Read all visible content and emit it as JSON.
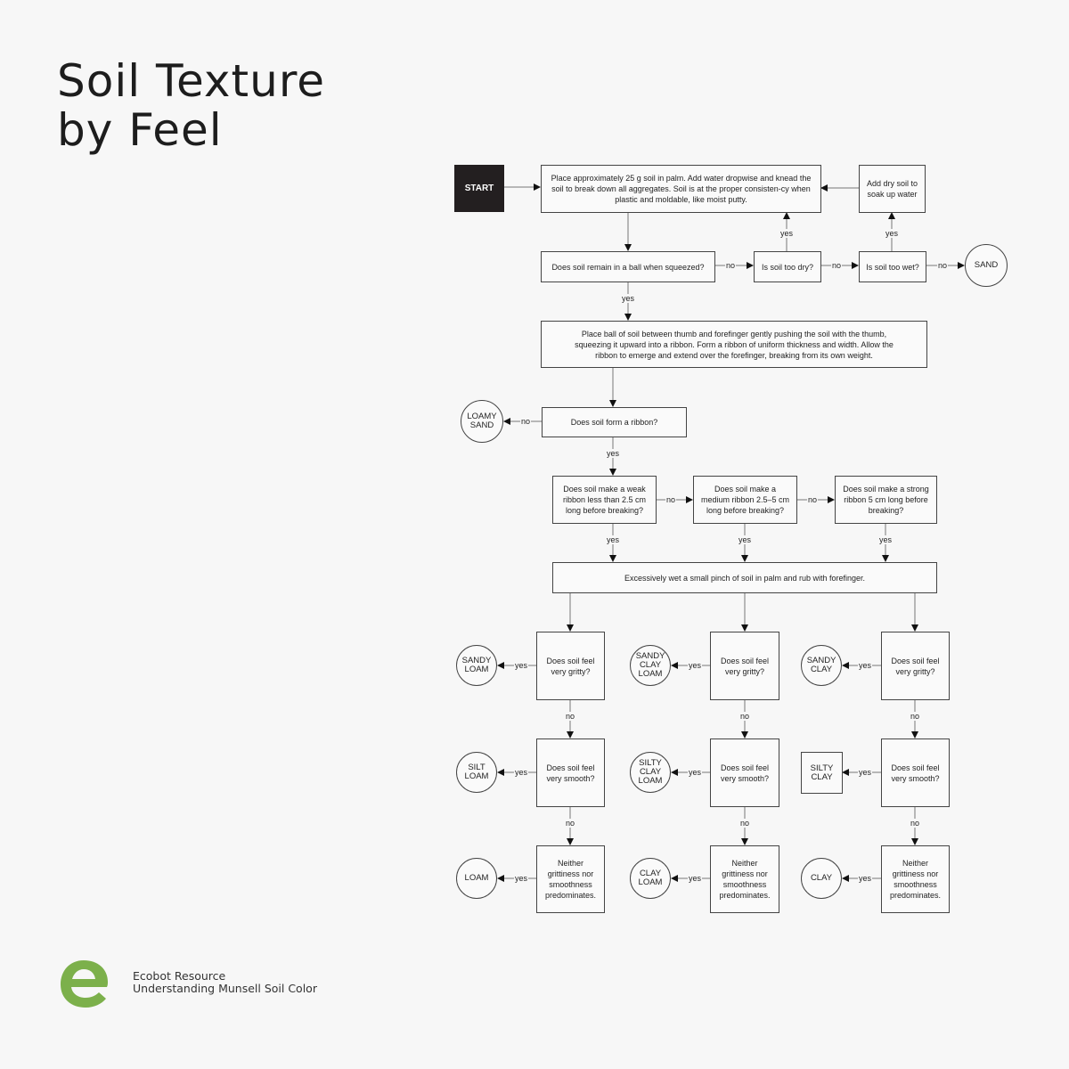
{
  "title": [
    "Soil Texture",
    "by Feel"
  ],
  "nodes": {
    "start": "START",
    "knead": "Place approximately 25 g soil in palm. Add water dropwise and knead the soil to break down all aggregates. Soil is at the proper consisten-cy when plastic and moldable, like moist putty.",
    "add_dry": "Add dry soil to soak up water",
    "ball": "Does soil remain in a ball when squeezed?",
    "too_dry": "Is soil too dry?",
    "too_wet": "Is soil too wet?",
    "sand": "SAND",
    "ribbon_instr": "Place ball of soil between thumb and forefinger gently pushing the soil with the thumb, squeezing it upward into a ribbon. Form a ribbon of uniform thickness and width. Allow the ribbon to emerge and extend over the forefinger, breaking from its own weight.",
    "form_ribbon": "Does soil form a ribbon?",
    "loamy_sand": "LOAMY SAND",
    "weak": "Does soil make a weak ribbon less than 2.5 cm long before breaking?",
    "medium": "Does soil make a medium ribbon 2.5–5 cm long before breaking?",
    "strong": "Does soil make a strong ribbon 5 cm long before breaking?",
    "wet": "Excessively wet a small pinch of soil in palm and rub with forefinger.",
    "gritty": "Does soil feel very gritty?",
    "smooth": "Does soil feel very smooth?",
    "neither": "Neither grittiness nor smoothness predominates."
  },
  "results": [
    [
      "SANDY LOAM",
      "SILT LOAM",
      "LOAM"
    ],
    [
      "SANDY CLAY LOAM",
      "SILTY CLAY LOAM",
      "CLAY LOAM"
    ],
    [
      "SANDY CLAY",
      "SILTY CLAY",
      "CLAY"
    ]
  ],
  "edge_labels": {
    "yes": "yes",
    "no": "no"
  },
  "footer": {
    "line1": "Ecobot Resource",
    "line2": "Understanding Munsell Soil Color"
  },
  "colors": {
    "logo": "#7cb04b",
    "start_bg": "#231f20"
  }
}
